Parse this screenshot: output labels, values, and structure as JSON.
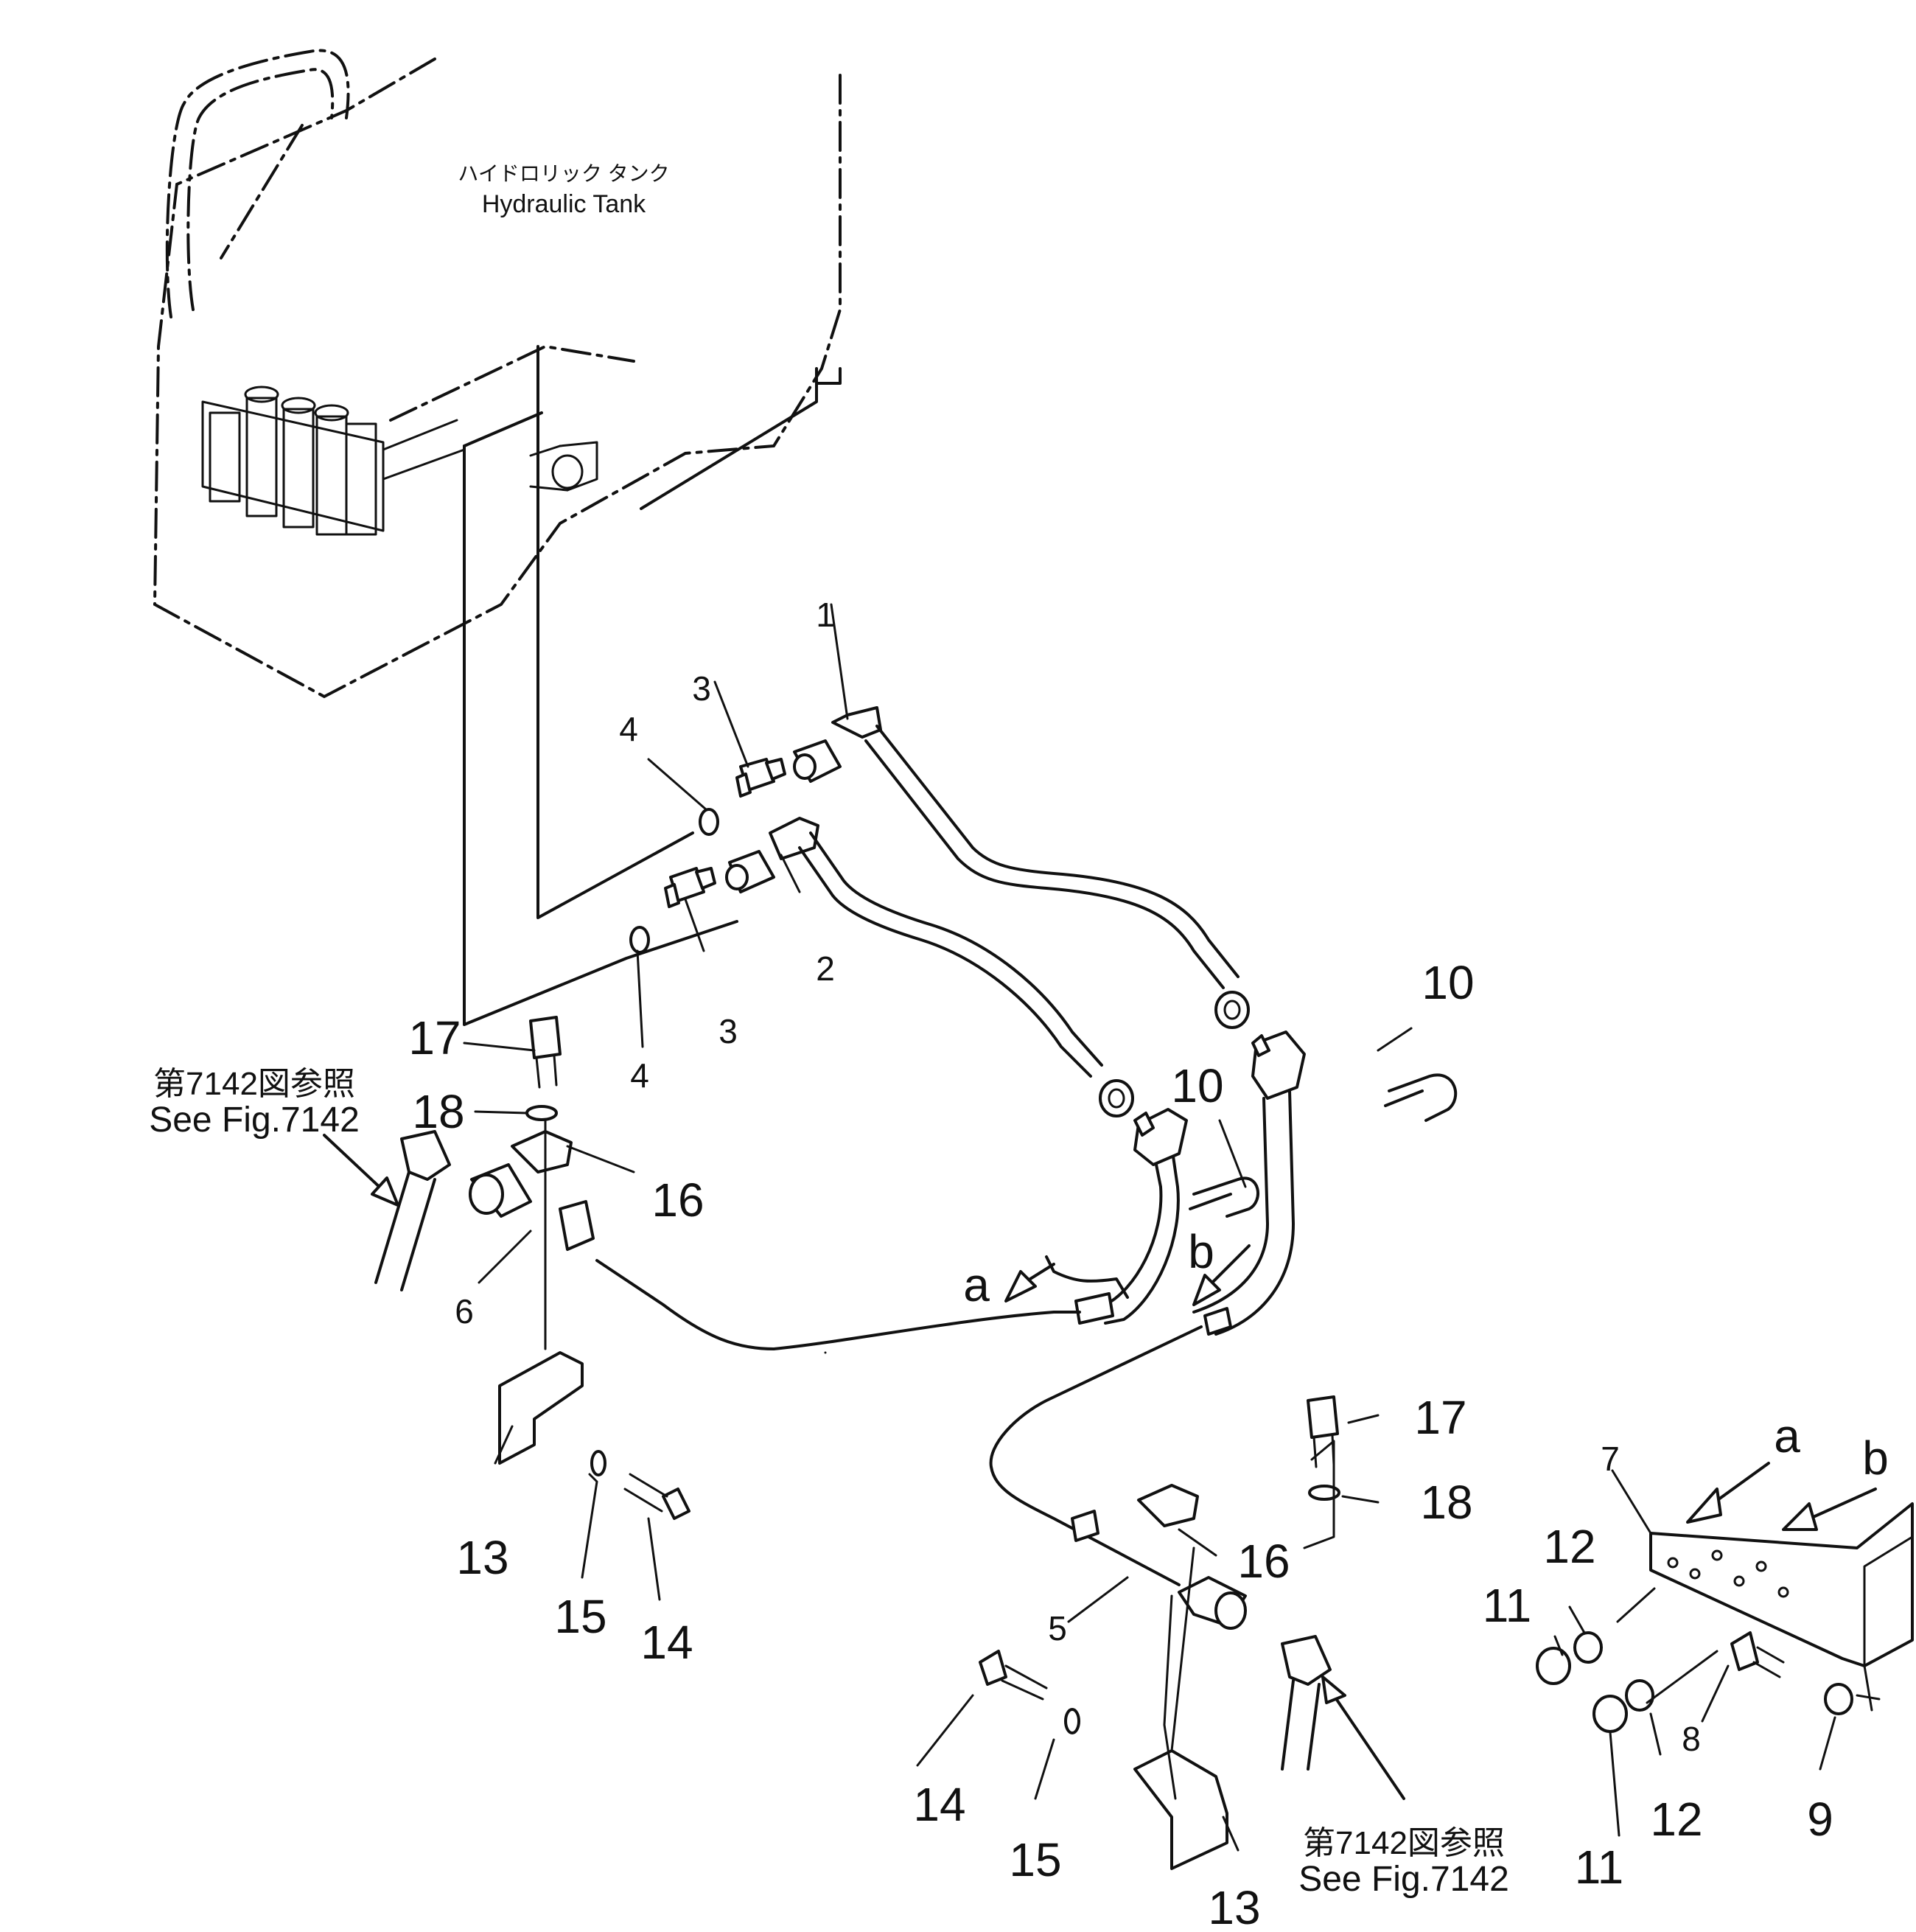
{
  "title": {
    "jp": "ハイドロリック タンク",
    "en": "Hydraulic Tank"
  },
  "references": [
    {
      "jp": "第7142図参照",
      "en": "See Fig.7142"
    },
    {
      "jp": "第7142図参照",
      "en": "See Fig.7142"
    }
  ],
  "callouts": {
    "n1": "1",
    "n2": "2",
    "n3a": "3",
    "n3b": "3",
    "n4a": "4",
    "n4b": "4",
    "n5": "5",
    "n6": "6",
    "n7": "7",
    "n8": "8",
    "n9": "9",
    "n10a": "10",
    "n10b": "10",
    "n11a": "11",
    "n11b": "11",
    "n12a": "12",
    "n12b": "12",
    "n13a": "13",
    "n13b": "13",
    "n14a": "14",
    "n14b": "14",
    "n15a": "15",
    "n15b": "15",
    "n16a": "16",
    "n16b": "16",
    "n17a": "17",
    "n17b": "17",
    "n18a": "18",
    "n18b": "18"
  },
  "markers": {
    "a1": "a",
    "b1": "b",
    "a2": "a",
    "b2": "b"
  }
}
